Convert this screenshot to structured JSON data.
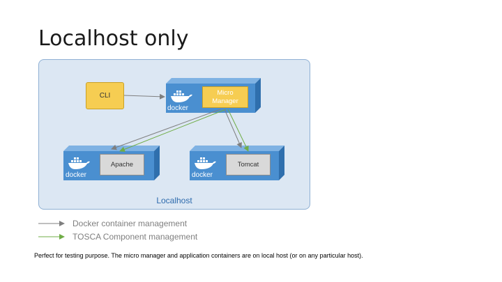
{
  "title": "Localhost only",
  "diagram": {
    "localhost_label": "Localhost",
    "cli_label": "CLI",
    "micro_manager_line1": "Micro",
    "micro_manager_line2": "Manager",
    "apache_label": "Apache",
    "tomcat_label": "Tomcat",
    "docker_text": "docker",
    "colors": {
      "docker_blue": "#4a8fd0",
      "container_yellow": "#f6cd52",
      "localhost_fill": "#dce7f3",
      "gray_arrow": "#7f7f7f",
      "green_arrow": "#70ad47"
    }
  },
  "legend": {
    "docker_management": "Docker container management",
    "tosca_management": "TOSCA Component management"
  },
  "footer": "Perfect for testing purpose. The micro manager and application containers are on local host (or on any particular host)."
}
